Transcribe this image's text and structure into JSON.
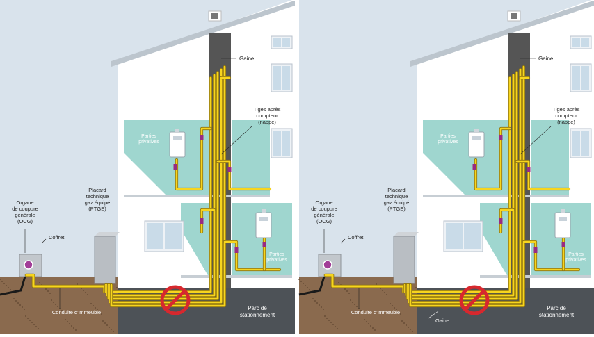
{
  "panels": [
    {
      "id": "left",
      "labels": {
        "gaine": "Gaine",
        "tiges": [
          "Tiges après",
          "compteur",
          "(nappe)"
        ],
        "parties_upper": [
          "Parties",
          "privatives"
        ],
        "parties_lower": [
          "Parties",
          "privatives"
        ],
        "placard": [
          "Placard",
          "technique",
          "gaz équipé",
          "(PTGE)"
        ],
        "organe": [
          "Organe",
          "de coupure",
          "générale",
          "(OCG)"
        ],
        "coffret": "Coffret",
        "conduite": "Conduite d'immeuble",
        "parc": [
          "Parc de",
          "stationnement"
        ]
      }
    },
    {
      "id": "right",
      "labels": {
        "gaine": "Gaine",
        "tiges": [
          "Tiges après",
          "compteur",
          "(nappe)"
        ],
        "parties_upper": [
          "Parties",
          "privatives"
        ],
        "parties_lower": [
          "Parties",
          "privatives"
        ],
        "placard": [
          "Placard",
          "technique",
          "gaz équipé",
          "(PTGE)"
        ],
        "organe": [
          "Organe",
          "de coupure",
          "générale",
          "(OCG)"
        ],
        "coffret": "Coffret",
        "conduite": "Conduite d'immeuble",
        "parc": [
          "Parc de",
          "stationnement"
        ],
        "gaine_bottom": "Gaine"
      }
    }
  ],
  "colors": {
    "sky": "#d9e3ec",
    "soil": "#8a6a4e",
    "pipe": "#f7d51e",
    "room": "#9fd6cf",
    "shaft": "#555555",
    "prohibited": "#d7282e",
    "meter": "#9a2a80"
  }
}
